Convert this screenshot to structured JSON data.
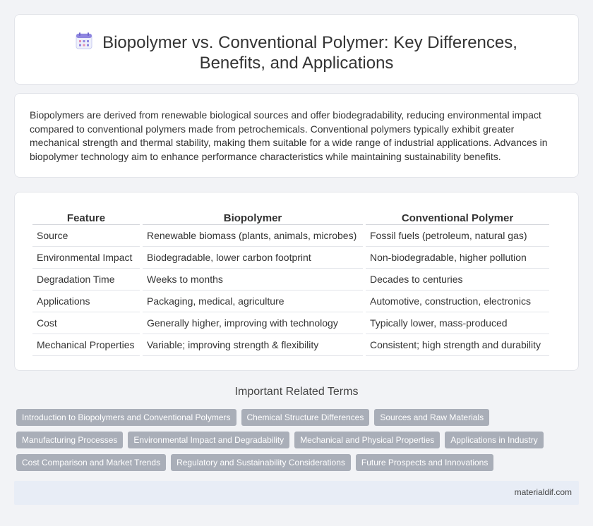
{
  "header": {
    "title": "Biopolymer vs. Conventional Polymer: Key Differences, Benefits, and Applications",
    "icon": "calendar-grid-icon"
  },
  "intro": {
    "text": "Biopolymers are derived from renewable biological sources and offer biodegradability, reducing environmental impact compared to conventional polymers made from petrochemicals. Conventional polymers typically exhibit greater mechanical strength and thermal stability, making them suitable for a wide range of industrial applications. Advances in biopolymer technology aim to enhance performance characteristics while maintaining sustainability benefits."
  },
  "table": {
    "headers": [
      "Feature",
      "Biopolymer",
      "Conventional Polymer"
    ],
    "rows": [
      [
        "Source",
        "Renewable biomass (plants, animals, microbes)",
        "Fossil fuels (petroleum, natural gas)"
      ],
      [
        "Environmental Impact",
        "Biodegradable, lower carbon footprint",
        "Non-biodegradable, higher pollution"
      ],
      [
        "Degradation Time",
        "Weeks to months",
        "Decades to centuries"
      ],
      [
        "Applications",
        "Packaging, medical, agriculture",
        "Automotive, construction, electronics"
      ],
      [
        "Cost",
        "Generally higher, improving with technology",
        "Typically lower, mass-produced"
      ],
      [
        "Mechanical Properties",
        "Variable; improving strength & flexibility",
        "Consistent; high strength and durability"
      ]
    ]
  },
  "related": {
    "title": "Important Related Terms",
    "tags": [
      [
        "Introduction to Biopolymers and Conventional Polymers",
        "Chemical Structure Differences",
        "Sources and Raw Materials"
      ],
      [
        "Manufacturing Processes",
        "Environmental Impact and Degradability",
        "Mechanical and Physical Properties",
        "Applications in Industry"
      ],
      [
        "Cost Comparison and Market Trends",
        "Regulatory and Sustainability Considerations",
        "Future Prospects and Innovations"
      ]
    ]
  },
  "footer": {
    "site": "materialdif.com"
  },
  "colors": {
    "tag_bg": "#a9aeb8",
    "footer_bg": "#e8edf6",
    "icon_accent": "#7b6fd6"
  }
}
